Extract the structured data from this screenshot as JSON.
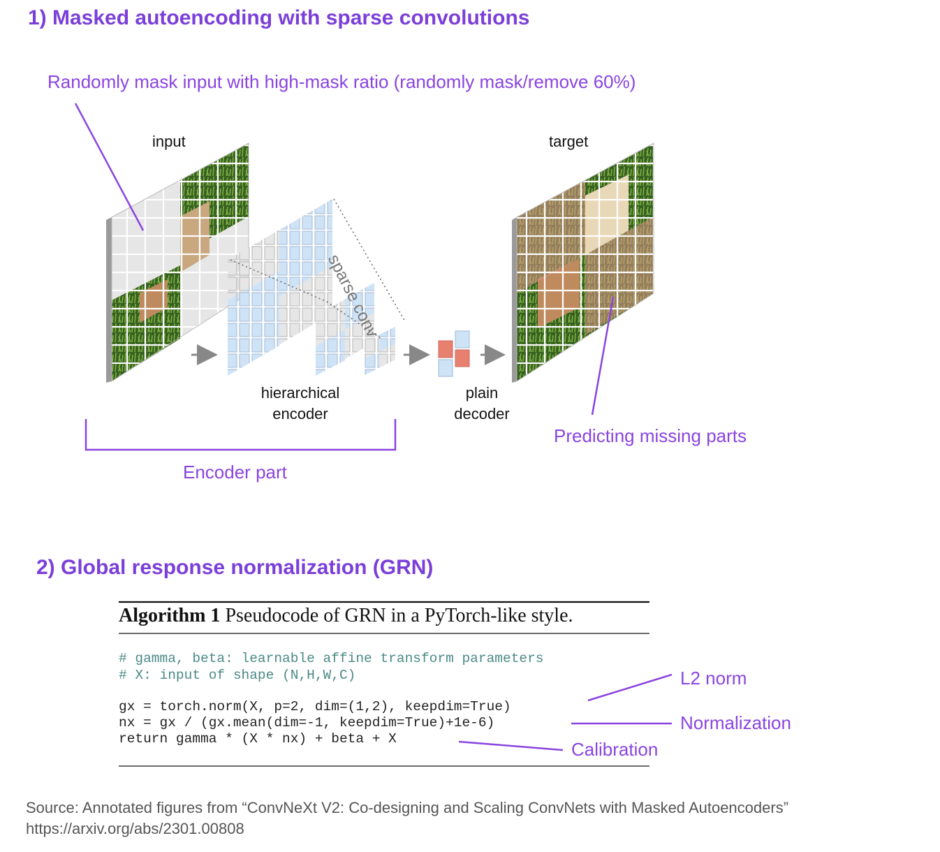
{
  "section1": {
    "title": "1) Masked autoencoding with sparse convolutions",
    "annotation_mask": "Randomly mask input with high-mask ratio (randomly mask/remove 60%)",
    "label_input": "input",
    "label_target": "target",
    "label_sparse_conv": "sparse conv",
    "label_encoder_line1": "hierarchical",
    "label_encoder_line2": "encoder",
    "label_decoder_line1": "plain",
    "label_decoder_line2": "decoder",
    "annotation_encoder_part": "Encoder part",
    "annotation_predicting": "Predicting missing parts"
  },
  "section2": {
    "title": "2) Global response normalization (GRN)",
    "algorithm_label": "Algorithm 1",
    "algorithm_title": "Pseudocode of GRN in a PyTorch-like style.",
    "code_lines": [
      "# gamma, beta: learnable affine transform parameters",
      "# X: input of shape (N,H,W,C)",
      "gx = torch.norm(X, p=2, dim=(1,2), keepdim=True)",
      "nx = gx / (gx.mean(dim=-1, keepdim=True)+1e-6)",
      "return gamma * (X * nx) + beta + X"
    ],
    "annotation_l2": "L2 norm",
    "annotation_normalization": "Normalization",
    "annotation_calibration": "Calibration"
  },
  "source": {
    "line1": "Source: Annotated figures from “ConvNeXt V2: Co-designing and Scaling ConvNets with Masked Autoencoders”",
    "line2": "https://arxiv.org/abs/2301.00808"
  },
  "colors": {
    "accent_purple": "#8a44e0",
    "heading_purple": "#7b3fd9",
    "mask_gray": "#e4e4e4",
    "feature_blue": "#cfe3f7",
    "decoder_red": "#e8806f",
    "grass_green": "#3f6b28",
    "target_pink": "#d99a8f",
    "code_comment": "#4b8a86"
  }
}
